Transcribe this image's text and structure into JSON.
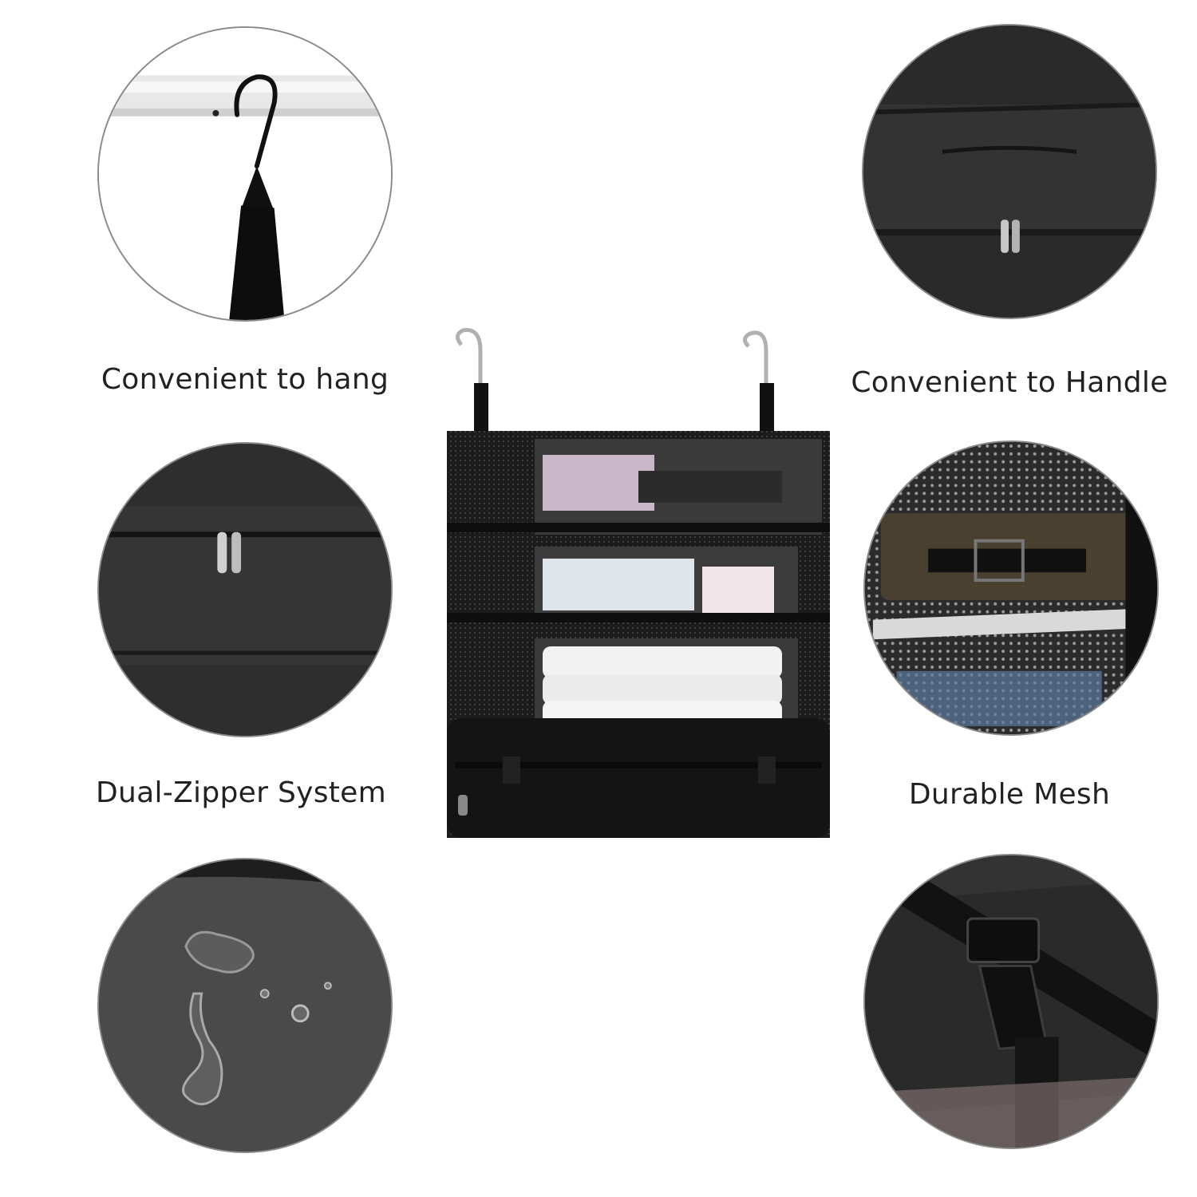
{
  "features": {
    "hang": {
      "label": "Convenient to hang"
    },
    "handle": {
      "label": "Convenient to Handle"
    },
    "zipper": {
      "label": "Dual-Zipper System"
    },
    "mesh": {
      "label": "Durable Mesh"
    }
  },
  "colors": {
    "fabric": "#1c1c1c",
    "fabric_light": "#3a3a3a",
    "text": "#222222",
    "background": "#ffffff"
  },
  "icons": [
    "hook-icon",
    "zipper-icon",
    "buckle-icon",
    "water-drop-icon"
  ]
}
